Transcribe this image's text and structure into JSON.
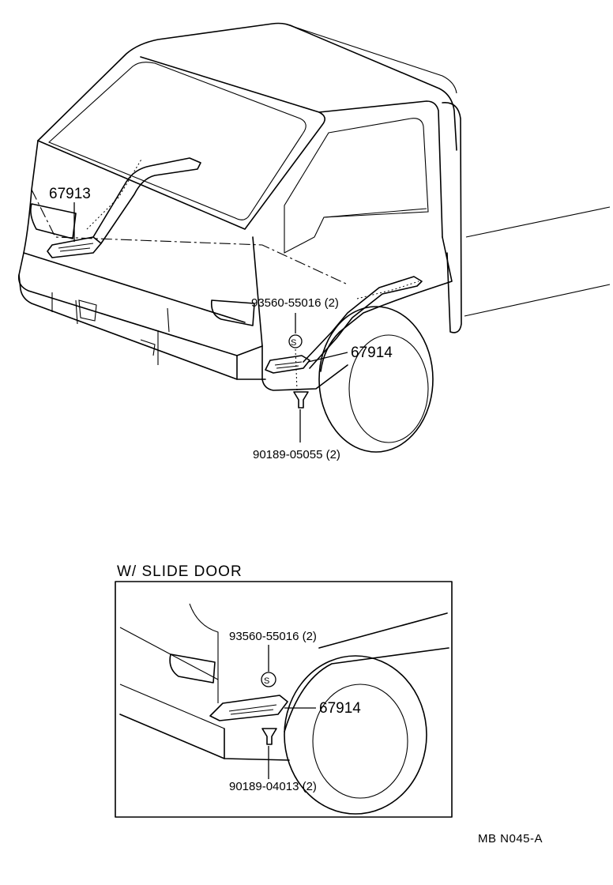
{
  "main_view": {
    "callouts": {
      "front_step_left": "67913",
      "screw_top": "93560-55016 (2)",
      "front_step_right": "67914",
      "clip_bottom": "90189-05055 (2)",
      "screw_symbol": "S"
    }
  },
  "inset": {
    "title": "W/ SLIDE DOOR",
    "callouts": {
      "screw": "93560-55016 (2)",
      "step": "67914",
      "clip": "90189-04013 (2)",
      "screw_symbol": "S"
    }
  },
  "footer": {
    "ref_code": "MB  N045-A"
  }
}
